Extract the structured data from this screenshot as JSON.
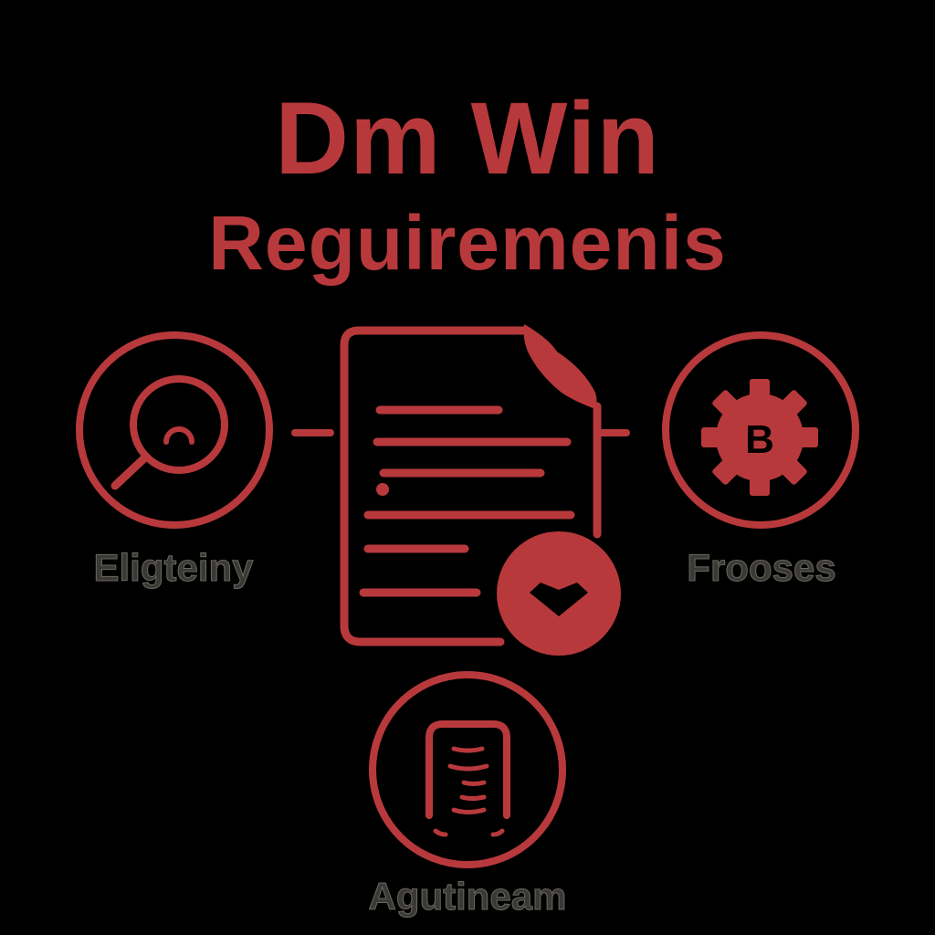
{
  "title": {
    "line1": "Dm Win",
    "line2": "Reguiremenis"
  },
  "nodes": [
    {
      "id": "left",
      "label": "Eligteiny",
      "icon": "magnifier-icon"
    },
    {
      "id": "right",
      "label": "Frooses",
      "icon": "gear-icon",
      "glyph": "B"
    },
    {
      "id": "bottom",
      "label": "Agutineam",
      "icon": "device-icon"
    }
  ],
  "center": {
    "icon": "document-icon",
    "badge": "heart-badge-icon"
  },
  "colors": {
    "accent": "#b8393c",
    "background": "#000000",
    "label": "#3a3935"
  }
}
